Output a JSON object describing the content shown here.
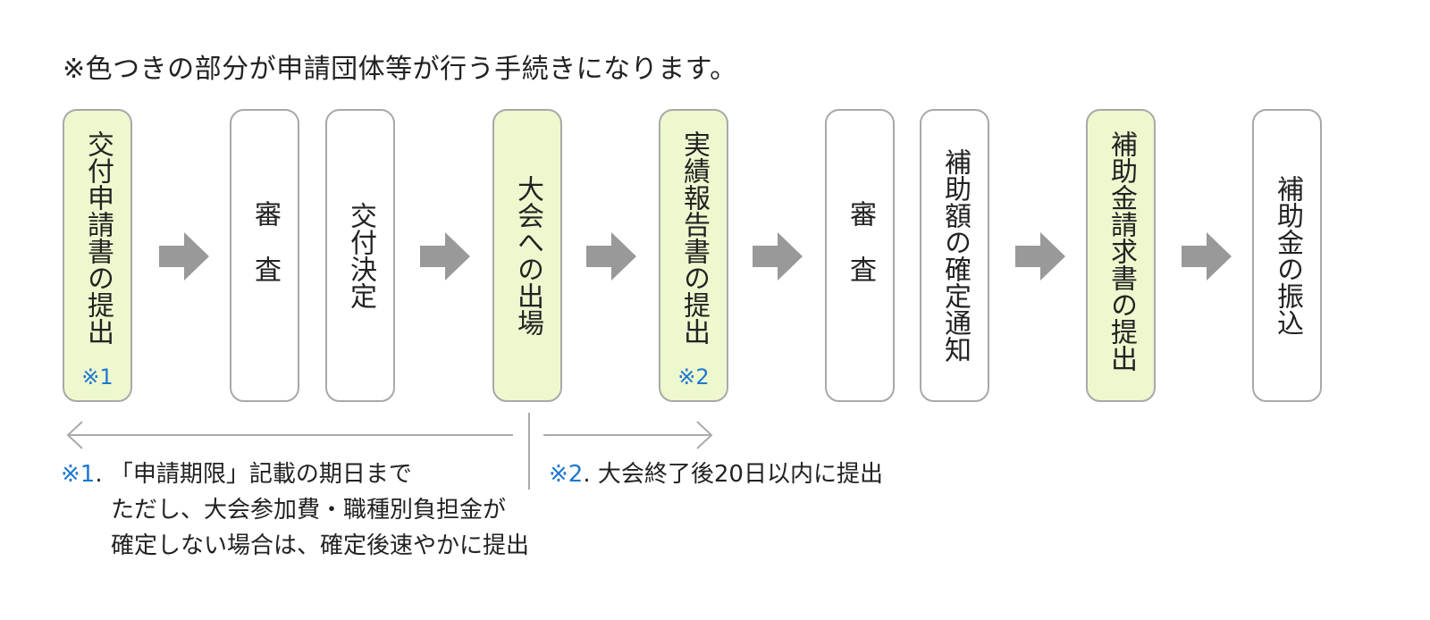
{
  "header": "※色つきの部分が申請団体等が行う手続きになります。",
  "steps": [
    {
      "label": "交付申請書の提出",
      "note": "※1",
      "highlighted": true
    },
    {
      "label": "審査",
      "highlighted": false
    },
    {
      "label": "交付決定",
      "highlighted": false
    },
    {
      "label": "大会への出場",
      "highlighted": true
    },
    {
      "label": "実績報告書の提出",
      "note": "※2",
      "highlighted": true
    },
    {
      "label": "審査",
      "highlighted": false
    },
    {
      "label": "補助額の確定通知",
      "highlighted": false
    },
    {
      "label": "補助金請求書の提出",
      "highlighted": true
    },
    {
      "label": "補助金の振込",
      "highlighted": false
    }
  ],
  "notes": {
    "note1": {
      "marker": "※1",
      "line1": ". 「申請期限」記載の期日まで",
      "line2": "ただし、大会参加費・職種別負担金が",
      "line3": "確定しない場合は、確定後速やかに提出"
    },
    "note2": {
      "marker": "※2",
      "line1": ". 大会終了後20日以内に提出"
    }
  },
  "colors": {
    "highlight": "#eef8cf",
    "border": "#a8a8a8",
    "arrow": "#999999",
    "note_marker": "#1f78d1",
    "range_line": "#aaaaaa"
  }
}
